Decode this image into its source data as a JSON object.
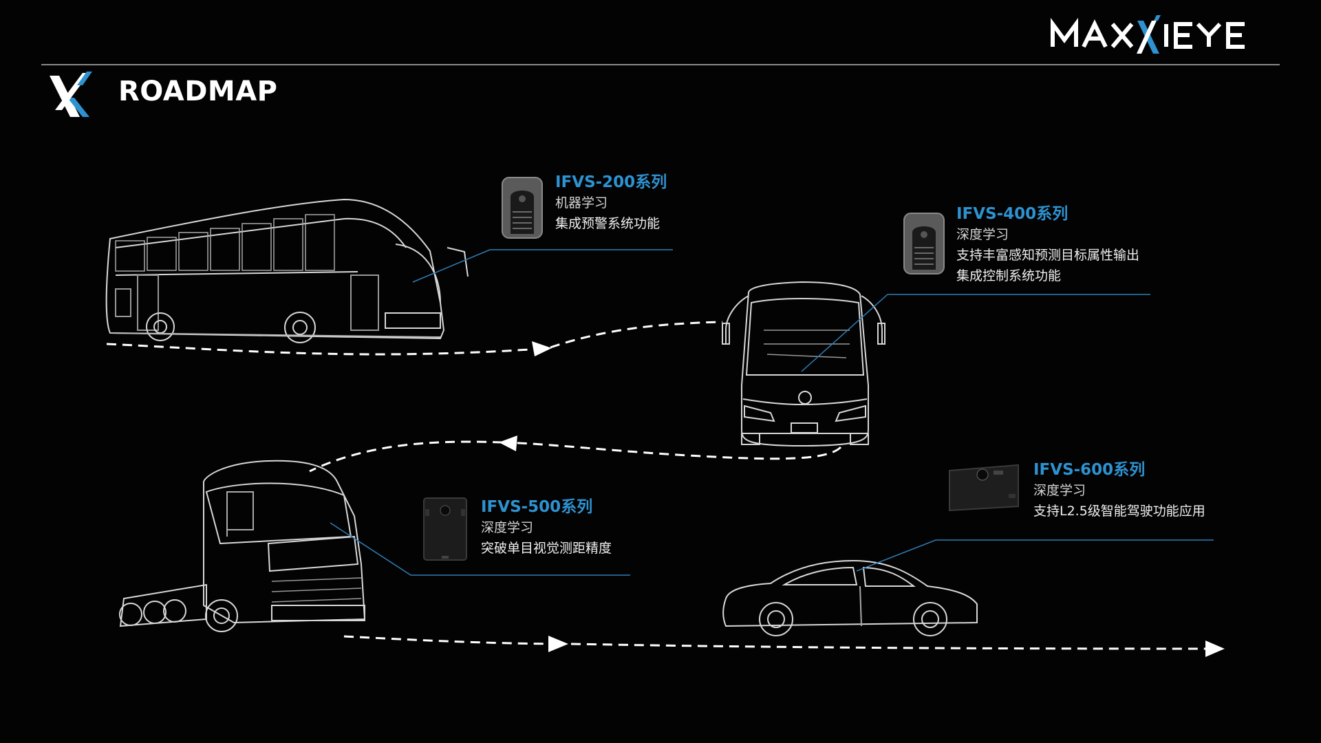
{
  "header": {
    "brand_logo": "MAXIEYE",
    "section_icon": "x-logo-icon",
    "title": "ROADMAP"
  },
  "accent_color": "#2e92d0",
  "products": [
    {
      "name": "IFVS-200系列",
      "tech": "机器学习",
      "features": [
        "集成预警系统功能"
      ],
      "vehicle": "coach-bus",
      "device_icon": "windshield-camera-icon"
    },
    {
      "name": "IFVS-400系列",
      "tech": "深度学习",
      "features": [
        "支持丰富感知预测目标属性输出",
        "集成控制系统功能"
      ],
      "vehicle": "city-bus",
      "device_icon": "windshield-camera-icon"
    },
    {
      "name": "IFVS-500系列",
      "tech": "深度学习",
      "features": [
        "突破单目视觉测距精度"
      ],
      "vehicle": "semi-truck",
      "device_icon": "camera-module-icon"
    },
    {
      "name": "IFVS-600系列",
      "tech": "深度学习",
      "features": [
        "支持L2.5级智能驾驶功能应用"
      ],
      "vehicle": "sedan",
      "device_icon": "camera-box-icon"
    }
  ]
}
